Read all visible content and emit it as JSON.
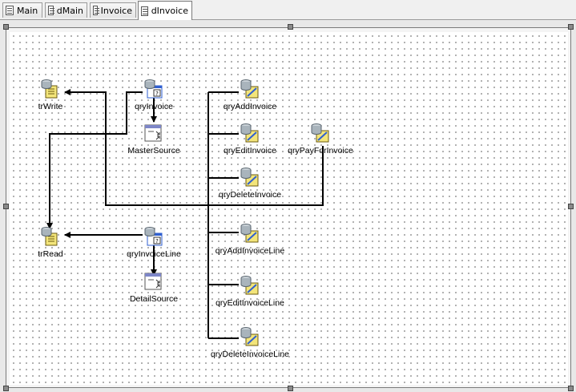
{
  "tabs": [
    {
      "label": "Main",
      "active": false
    },
    {
      "label": "dMain",
      "active": false
    },
    {
      "label": "Invoice",
      "active": false
    },
    {
      "label": "dInvoice",
      "active": true
    }
  ],
  "components": {
    "trWrite": {
      "label": "trWrite",
      "icon": "transaction-icon"
    },
    "qryInvoice": {
      "label": "qryInvoice",
      "icon": "query-icon"
    },
    "MasterSource": {
      "label": "MasterSource",
      "icon": "datasource-icon"
    },
    "qryAddInvoice": {
      "label": "qryAddInvoice",
      "icon": "sql-query-icon"
    },
    "qryEditInvoice": {
      "label": "qryEditInvoice",
      "icon": "sql-query-icon"
    },
    "qryPayForInvoice": {
      "label": "qryPayForInvoice",
      "icon": "sql-query-icon"
    },
    "qryDeleteInvoice": {
      "label": "qryDeleteInvoice",
      "icon": "sql-query-icon"
    },
    "trRead": {
      "label": "trRead",
      "icon": "transaction-icon"
    },
    "qryInvoiceLine": {
      "label": "qryInvoiceLine",
      "icon": "query-icon"
    },
    "DetailSource": {
      "label": "DetailSource",
      "icon": "datasource-icon"
    },
    "qryAddInvoiceLine": {
      "label": "qryAddInvoiceLine",
      "icon": "sql-query-icon"
    },
    "qryEditInvoiceLine": {
      "label": "qryEditInvoiceLine",
      "icon": "sql-query-icon"
    },
    "qryDeleteInvoiceLine": {
      "label": "qryDeleteInvoiceLine",
      "icon": "sql-query-icon"
    }
  },
  "colors": {
    "wire": "#000000",
    "grid_dot": "#6b6b6b",
    "db_cylinder": "#a9b4bc",
    "doc_yellow": "#f3e57a",
    "query_blue": "#2f5fd0"
  }
}
